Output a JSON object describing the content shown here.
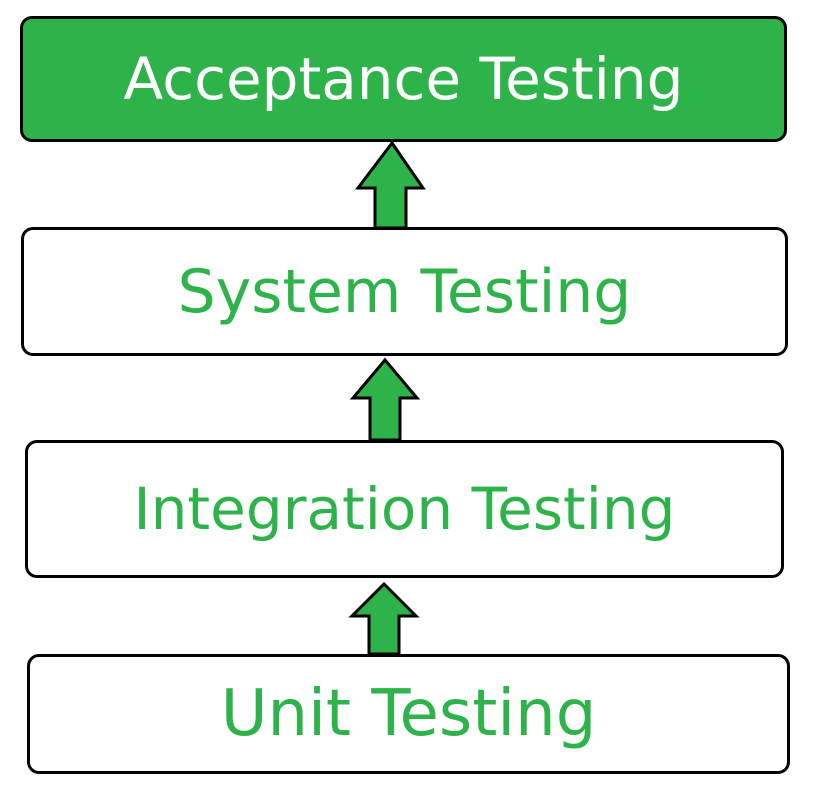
{
  "colors": {
    "accent": "#2db34a",
    "text_on_accent": "#ffffff",
    "box_fill": "#ffffff",
    "border": "#000000"
  },
  "levels": [
    {
      "label": "Acceptance Testing",
      "highlighted": true
    },
    {
      "label": "System Testing",
      "highlighted": false
    },
    {
      "label": "Integration Testing",
      "highlighted": false
    },
    {
      "label": "Unit Testing",
      "highlighted": false
    }
  ],
  "connectors": [
    {
      "from": "Unit Testing",
      "to": "Integration Testing",
      "direction": "up",
      "icon": "arrow-up-icon"
    },
    {
      "from": "Integration Testing",
      "to": "System Testing",
      "direction": "up",
      "icon": "arrow-up-icon"
    },
    {
      "from": "System Testing",
      "to": "Acceptance Testing",
      "direction": "up",
      "icon": "arrow-up-icon"
    }
  ]
}
